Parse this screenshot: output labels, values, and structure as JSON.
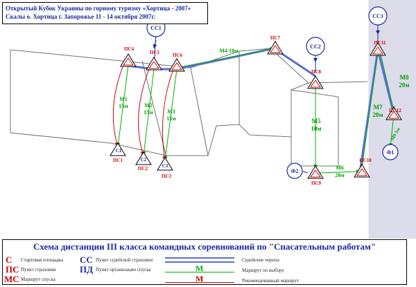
{
  "header": {
    "line1": "Открытый Кубок Украины по горному туризму «Хортица - 2007»",
    "line2": "Скалы о. Хортица г. Запорожье 11 - 14 октября 2007г."
  },
  "colors": {
    "blue": "#1a2aa0",
    "red": "#cc0000",
    "green": "#00b000",
    "gray_band": "#dcdcea",
    "rope_blue": "#5a6cd8"
  },
  "points": {
    "ps1": "ПС1",
    "ps2": "ПС2",
    "ps3": "ПС3",
    "ps4": "ПС4",
    "ps5": "ПС5",
    "ps6": "ПС6",
    "ps7": "ПС7",
    "ps8": "ПС8",
    "ps9": "ПС9",
    "ps10": "ПС10",
    "ps11": "ПС11",
    "ps12": "ПС12",
    "c1": "С1",
    "c2": "С2",
    "c3": "С3",
    "cc1": "СС1",
    "cc2": "СС2",
    "cc3": "СС3",
    "f1": "Ф1",
    "f2": "Ф2"
  },
  "stages": {
    "m1_a": "М1",
    "m1_b": "15м",
    "m2_a": "М2",
    "m2_b": "15м",
    "m3_a": "М3",
    "m3_b": "15м",
    "m4": "М4 10м",
    "m5_a": "М5",
    "m5_b": "10м",
    "m6_a": "М6",
    "m6_b": "20м",
    "m7_a": "М7",
    "m7_b": "20м",
    "m8_a": "М8",
    "m8_b": "20м",
    "m9": "М9 5м"
  },
  "legend": {
    "title": "Схема дистанции III класса командных соревнований по \"Спасательным работам\"",
    "c_code": "С",
    "c_text": "Стартовая площадка",
    "ps_code": "ПС",
    "ps_text": "Пункт страховки",
    "mc_code": "МС",
    "mc_text": "Маршрут спуска",
    "cc_code": "СС",
    "cc_text": "Пункт судейской страховки",
    "pd_code": "ПД",
    "pd_text": "Пункт организации спуска",
    "judge_text": "Судейские перила",
    "choice_code": "М",
    "choice_text": "Маршрут по выбору",
    "recommended_code": "М",
    "recommended_text": "Рекомендованный маршрут"
  }
}
